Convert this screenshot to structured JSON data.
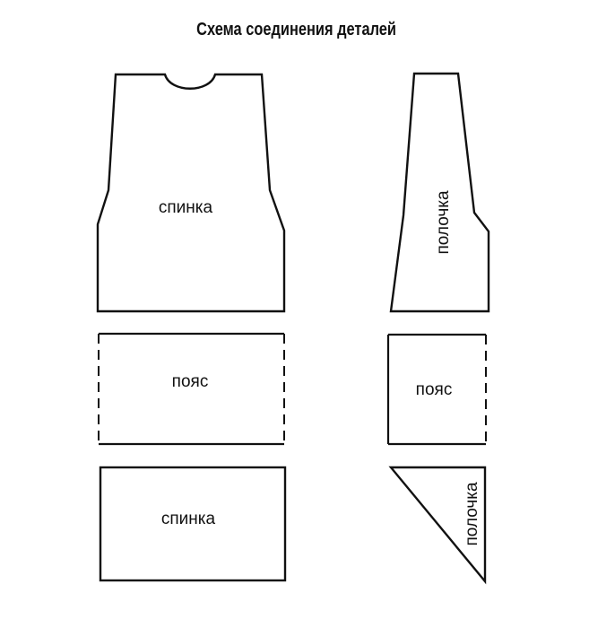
{
  "title": "Схема соединения деталей",
  "pieces": {
    "back_upper": "спинка",
    "front_upper": "полочка",
    "belt_left": "пояс",
    "belt_right": "пояс",
    "back_lower": "спинка",
    "front_lower": "полочка"
  },
  "colors": {
    "line": "#111111",
    "background": "#ffffff"
  }
}
